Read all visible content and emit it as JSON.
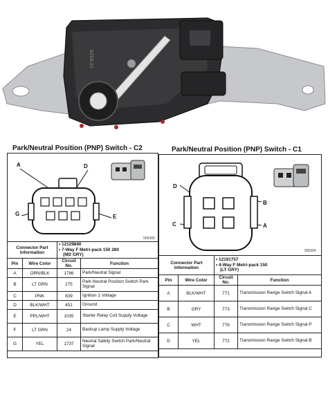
{
  "photo": {
    "part_number_engraving": "8ZE8-22"
  },
  "c2": {
    "title": "Park/Neutral Position (PNP) Switch - C2",
    "figure_number": "505300",
    "pins_on_diagram": [
      "A",
      "D",
      "G",
      "E"
    ],
    "info_label": "Connector Part Information",
    "info_lines": [
      "• 12129840",
      "• 7-Way F Metri-pack 150 280",
      "(MD GRY)"
    ],
    "headers": {
      "pin": "Pin",
      "wire": "Wire Color",
      "circuit": "Circuit No.",
      "function": "Function"
    },
    "rows": [
      {
        "pin": "A",
        "wire": "ORN/BLK",
        "circuit": "1786",
        "function": "Park/Neutral Signal"
      },
      {
        "pin": "B",
        "wire": "LT GRN",
        "circuit": "275",
        "function": "Park Neutral Position Switch Park Signal"
      },
      {
        "pin": "C",
        "wire": "PNK",
        "circuit": "839",
        "function": "Ignition 1 Voltage"
      },
      {
        "pin": "D",
        "wire": "BLK/WHT",
        "circuit": "451",
        "function": "Ground"
      },
      {
        "pin": "E",
        "wire": "PPL/WHT",
        "circuit": "1035",
        "function": "Starter Relay Coil Supply Voltage"
      },
      {
        "pin": "F",
        "wire": "LT GRN",
        "circuit": "24",
        "function": "Backup Lamp Supply Voltage"
      },
      {
        "pin": "G",
        "wire": "YEL",
        "circuit": "1737",
        "function": "Neutral Safety Switch Park/Neutral Signal"
      }
    ]
  },
  "c1": {
    "title": "Park/Neutral Position (PNP) Switch - C1",
    "figure_number": "505304",
    "pins_on_diagram": [
      "D",
      "B",
      "C",
      "A"
    ],
    "info_label": "Connector Part Information",
    "info_lines": [
      "• 12191757",
      "• 4-Way F Metri-pack 150",
      "(LT GRY)"
    ],
    "headers": {
      "pin": "Pin",
      "wire": "Wire Color",
      "circuit": "Circuit No.",
      "function": "Function"
    },
    "rows": [
      {
        "pin": "A",
        "wire": "BLK/WHT",
        "circuit": "771",
        "function": "Transmission Range Switch Signal A"
      },
      {
        "pin": "B",
        "wire": "GRY",
        "circuit": "773",
        "function": "Transmission Range Switch Signal C"
      },
      {
        "pin": "C",
        "wire": "WHT",
        "circuit": "776",
        "function": "Transmission Range Switch Signal P"
      },
      {
        "pin": "D",
        "wire": "YEL",
        "circuit": "772",
        "function": "Transmission Range Switch Signal B"
      }
    ]
  }
}
